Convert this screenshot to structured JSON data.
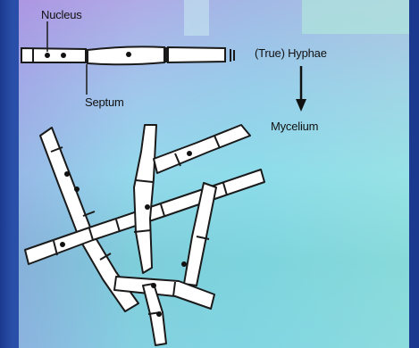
{
  "labels": {
    "nucleus": "Nucleus",
    "septum": "Septum",
    "true_hyphae": "(True) Hyphae",
    "mycelium": "Mycelium"
  },
  "colors": {
    "outline": "#1a1a1a",
    "hypha_fill": "#ffffff",
    "slide_background": "#1f3f95"
  }
}
